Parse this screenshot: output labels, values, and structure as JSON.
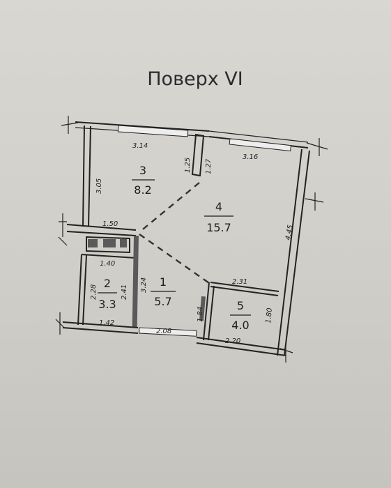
{
  "title": "Поверх VI",
  "rooms": [
    {
      "number": "1",
      "area": "5.7"
    },
    {
      "number": "2",
      "area": "3.3"
    },
    {
      "number": "3",
      "area": "8.2"
    },
    {
      "number": "4",
      "area": "15.7"
    },
    {
      "number": "5",
      "area": "4.0"
    }
  ],
  "dimensions": {
    "top_left": "3.14",
    "top_right": "3.16",
    "stub_left": "1.25",
    "stub_right": "1.27",
    "left_upper": "3.05",
    "right_wall": "4.45",
    "corridor_top": "1.50",
    "bath_top": "1.40",
    "bath_left": "2.28",
    "bath_right": "2.41",
    "hall_left": "3.24",
    "bath_bottom": "1.42",
    "entry_bottom": "2.08",
    "closet_top": "2.31",
    "closet_left": "1.84",
    "closet_right": "1.80",
    "closet_bottom": "2.20"
  }
}
